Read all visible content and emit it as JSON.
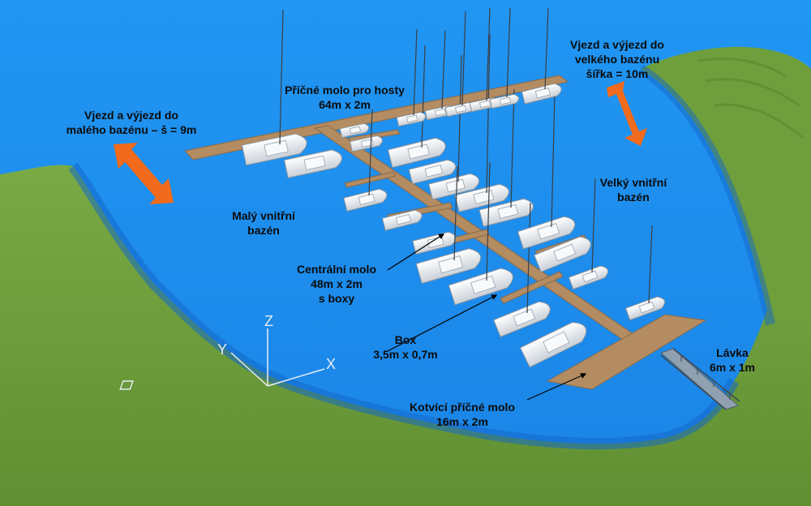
{
  "labels": {
    "guest_pier": [
      "Příčné molo pro hosty",
      "64m x 2m"
    ],
    "small_entry": [
      "Vjezd a výjezd do",
      "malého bazénu – š = 9m"
    ],
    "large_entry": [
      "Vjezd a výjezd do",
      "velkého bazénu",
      "šířka = 10m"
    ],
    "small_basin": [
      "Malý vnitřní",
      "bazén"
    ],
    "large_basin": [
      "Velký vnitřní",
      "bazén"
    ],
    "central_pier": [
      "Centrální molo",
      "48m x 2m",
      "s  boxy"
    ],
    "box": [
      "Box",
      "3,5m x 0,7m"
    ],
    "footbridge": [
      "Lávka",
      "6m x 1m"
    ],
    "anchor_pier": [
      "Kotvící příčné molo",
      "16m x 2m"
    ]
  },
  "axes": {
    "x": "X",
    "y": "Y",
    "z": "Z"
  },
  "colors": {
    "water": "#1f8ff0",
    "water_edge": "#1572d6",
    "grass": "#6c9c3a",
    "grass_dark": "#55832b",
    "pier": "#b28b63",
    "arrow": "#f26a1b",
    "boat": "#e9edf2"
  }
}
